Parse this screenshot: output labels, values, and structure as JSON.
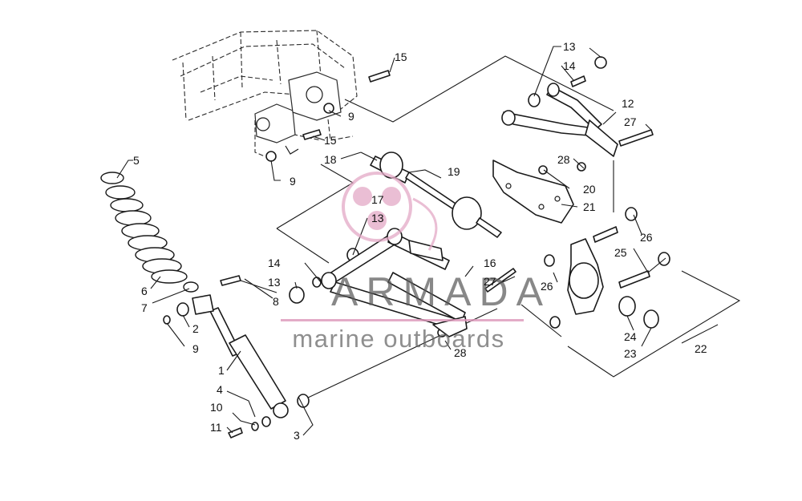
{
  "watermark": {
    "brand": "ARMADA",
    "tagline": "marine outboards",
    "accent_color": "#e3a9c6",
    "text_color": "#5a5a5a"
  },
  "callouts": [
    {
      "label": "1"
    },
    {
      "label": "2"
    },
    {
      "label": "3"
    },
    {
      "label": "4"
    },
    {
      "label": "5"
    },
    {
      "label": "6"
    },
    {
      "label": "7"
    },
    {
      "label": "8"
    },
    {
      "label": "9"
    },
    {
      "label": "9"
    },
    {
      "label": "9"
    },
    {
      "label": "10"
    },
    {
      "label": "11"
    },
    {
      "label": "12"
    },
    {
      "label": "13"
    },
    {
      "label": "13"
    },
    {
      "label": "13"
    },
    {
      "label": "14"
    },
    {
      "label": "14"
    },
    {
      "label": "15"
    },
    {
      "label": "15"
    },
    {
      "label": "16"
    },
    {
      "label": "17"
    },
    {
      "label": "18"
    },
    {
      "label": "19"
    },
    {
      "label": "20"
    },
    {
      "label": "21"
    },
    {
      "label": "22"
    },
    {
      "label": "23"
    },
    {
      "label": "24"
    },
    {
      "label": "25"
    },
    {
      "label": "26"
    },
    {
      "label": "26"
    },
    {
      "label": "27"
    },
    {
      "label": "27"
    },
    {
      "label": "28"
    },
    {
      "label": "28"
    }
  ]
}
